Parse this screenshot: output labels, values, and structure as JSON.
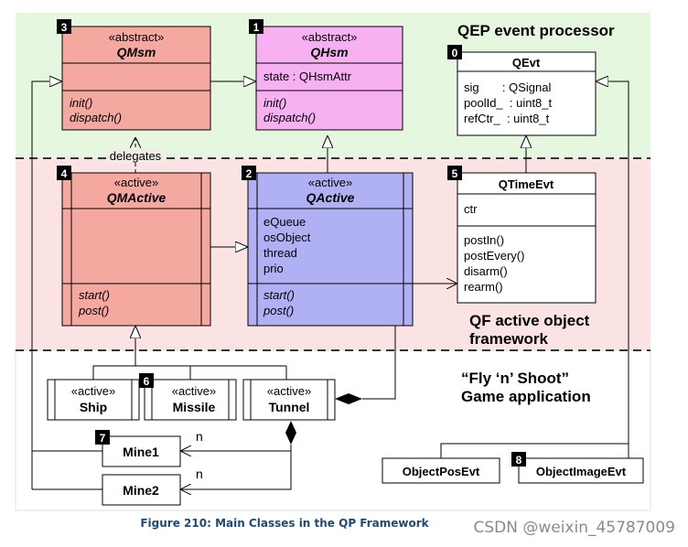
{
  "title_qep": "QEP event processor",
  "title_qf_line1": "QF active object",
  "title_qf_line2": "framework",
  "title_game_line1": "“Fly ‘n’ Shoot”",
  "title_game_line2": "Game application",
  "delegates_label": "delegates",
  "multiplicity_mine1": "n",
  "multiplicity_mine2": "n",
  "classes": {
    "qmsm": {
      "num": "3",
      "stereo": "«abstract»",
      "name": "QMsm",
      "op1": "init()",
      "op2": "dispatch()"
    },
    "qhsm": {
      "num": "1",
      "stereo": "«abstract»",
      "name": "QHsm",
      "attr1": "state : QHsmAttr",
      "op1": "init()",
      "op2": "dispatch()"
    },
    "qevt": {
      "num": "0",
      "name": "QEvt",
      "attr1": "sig       : QSignal",
      "attr2": "poolId_  : uint8_t",
      "attr3": "refCtr_  : uint8_t"
    },
    "qmactive": {
      "num": "4",
      "stereo": "«active»",
      "name": "QMActive",
      "op1": "start()",
      "op2": "post()"
    },
    "qactive": {
      "num": "2",
      "stereo": "«active»",
      "name": "QActive",
      "attr1": "eQueue",
      "attr2": "osObject",
      "attr3": "thread",
      "attr4": "prio",
      "op1": "start()",
      "op2": "post()"
    },
    "qtimeevt": {
      "num": "5",
      "name": "QTimeEvt",
      "attr1": "ctr",
      "op1": "postIn()",
      "op2": "postEvery()",
      "op3": "disarm()",
      "op4": "rearm()"
    },
    "ship": {
      "stereo": "«active»",
      "name": "Ship"
    },
    "missile": {
      "num": "6",
      "stereo": "«active»",
      "name": "Missile"
    },
    "tunnel": {
      "stereo": "«active»",
      "name": "Tunnel"
    },
    "mine1": {
      "num": "7",
      "name": "Mine1"
    },
    "mine2": {
      "name": "Mine2"
    },
    "objposevt": {
      "name": "ObjectPosEvt"
    },
    "objimgevt": {
      "num": "8",
      "name": "ObjectImageEvt"
    }
  },
  "caption": "Figure 210: Main Classes in the QP Framework",
  "watermark": "CSDN @weixin_45787009",
  "colors": {
    "qep_band": "#e6f7e0",
    "qf_band": "#fbe3e3",
    "qmsm_fill": "#f4a8a0",
    "qhsm_fill": "#f7b0f2",
    "qactive_fill": "#b0b0f4",
    "caption": "#1f4a78"
  }
}
